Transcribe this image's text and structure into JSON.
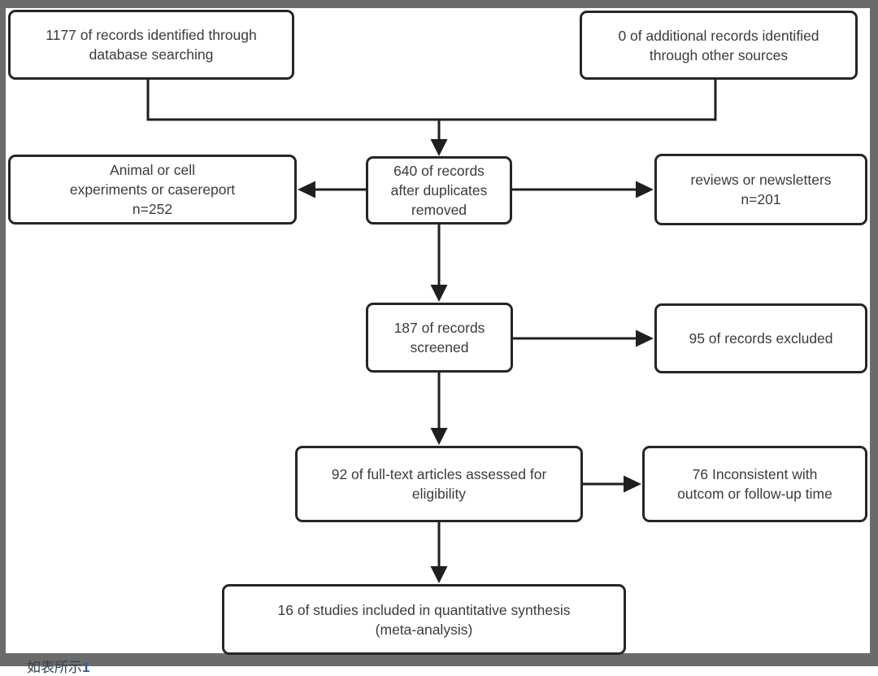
{
  "page": {
    "background_color": "#6b6b6b",
    "canvas_color": "#ffffff",
    "box_border_color": "#262626",
    "connector_color": "#1f1f1f",
    "text_color": "#3b3b3b"
  },
  "flowchart": {
    "type": "prisma-flow-diagram",
    "boxes": {
      "identified_db": {
        "lines": [
          "1177 of records identified through",
          "database searching"
        ]
      },
      "identified_other": {
        "lines": [
          "0 of additional records identified",
          "through other sources"
        ]
      },
      "after_duplicates": {
        "lines": [
          "640 of records",
          "after duplicates",
          "removed"
        ]
      },
      "excluded_animal": {
        "lines": [
          "Animal or cell",
          "experiments or casereport",
          "n=252"
        ]
      },
      "excluded_reviews": {
        "lines": [
          "reviews or newsletters",
          "n=201"
        ]
      },
      "screened": {
        "lines": [
          "187 of records",
          "screened"
        ]
      },
      "records_excluded": {
        "lines": [
          "95 of records excluded"
        ]
      },
      "fulltext_assessed": {
        "lines": [
          "92 of full-text articles assessed for",
          "eligibility"
        ]
      },
      "excluded_inconsistent": {
        "lines": [
          "76 Inconsistent with",
          "outcom or follow-up time"
        ]
      },
      "included_quantitative": {
        "lines": [
          "16 of studies included in quantitative synthesis",
          "(meta-analysis)"
        ]
      }
    },
    "caption": {
      "text": "如表所示",
      "number": "1"
    }
  }
}
